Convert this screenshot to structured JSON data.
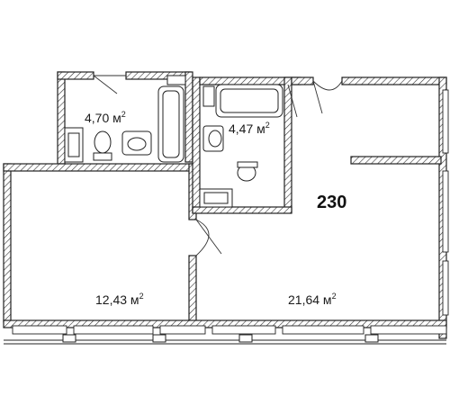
{
  "unit": {
    "number": "230"
  },
  "rooms": {
    "bathroom_left": {
      "area": "4,70 м",
      "sup": "2"
    },
    "bathroom_right": {
      "area": "4,47 м",
      "sup": "2"
    },
    "bedroom": {
      "area": "12,43 м",
      "sup": "2"
    },
    "living": {
      "area": "21,64 м",
      "sup": "2"
    }
  }
}
